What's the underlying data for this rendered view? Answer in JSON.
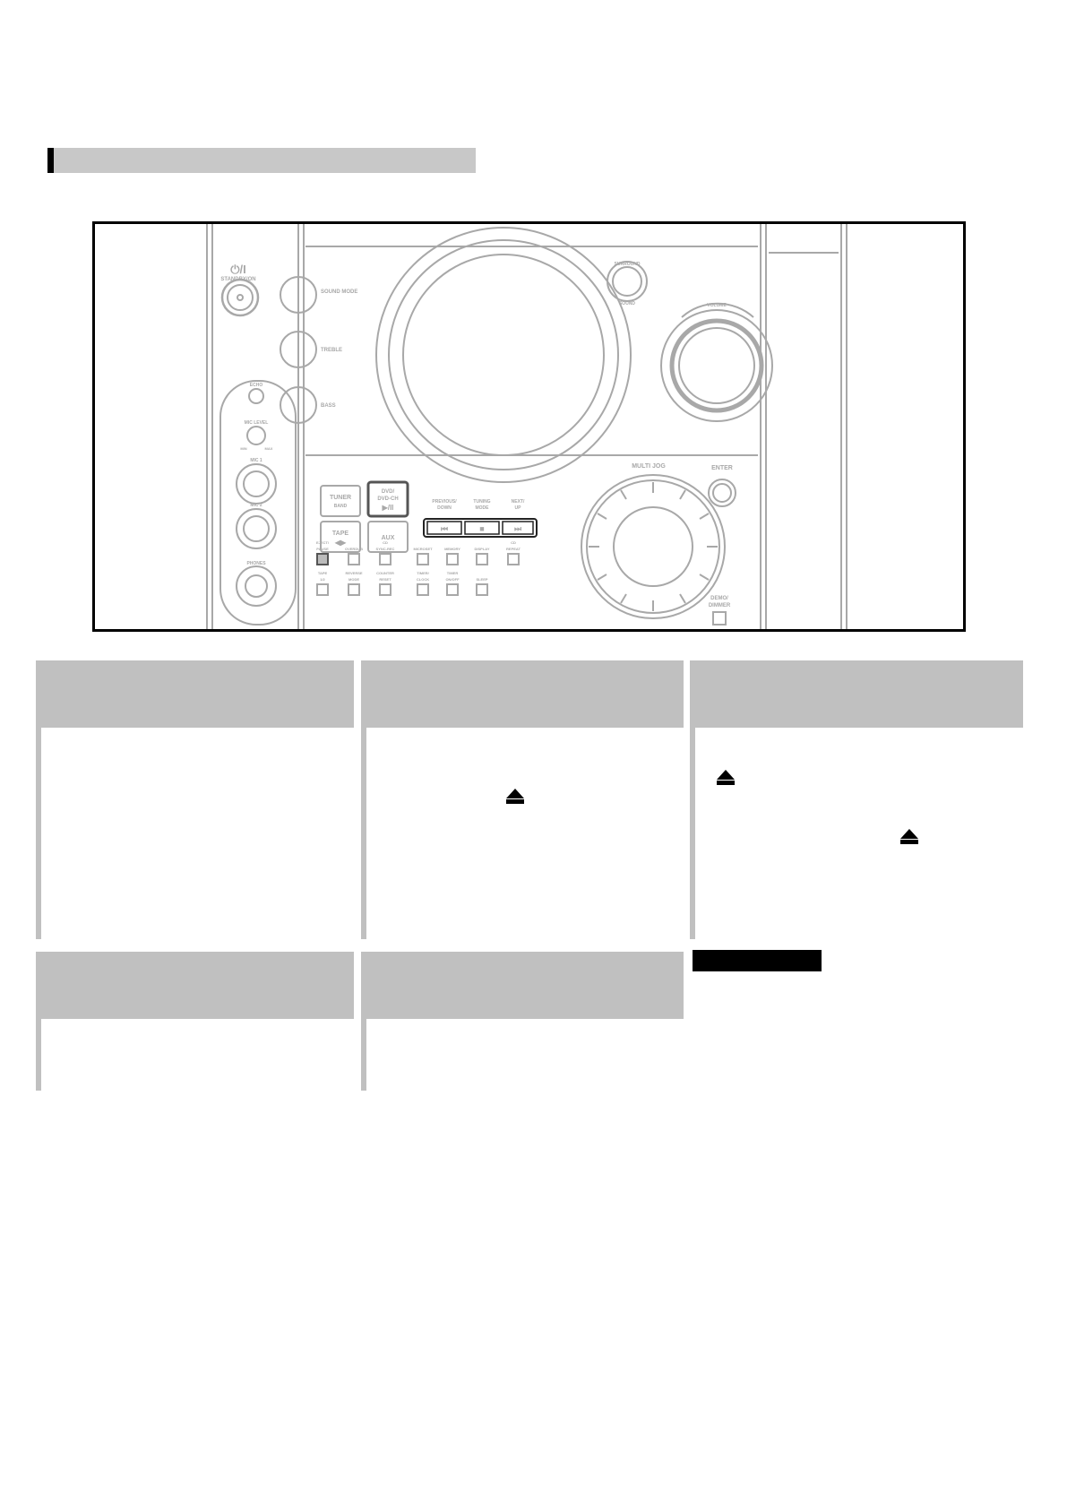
{
  "panel": {
    "power": {
      "symbol": "⏻/I",
      "label": "STANDBY/ON"
    },
    "knobs": [
      "SOUND MODE",
      "TREBLE",
      "BASS"
    ],
    "volume_label": "VOLUME",
    "surround": {
      "top": "SURROUND",
      "bottom": "SOUND"
    },
    "mic": {
      "echo": "ECHO",
      "mic_level": "MIC LEVEL",
      "min": "MIN",
      "max": "MAX",
      "mic1": "MIC 1",
      "mic2": "MIC 2",
      "phones": "PHONES"
    },
    "tuner": {
      "line1": "TUNER",
      "line2": "BAND"
    },
    "dvd": {
      "line1": "DVD/",
      "line2": "DVD-CH",
      "line3": "▶/II"
    },
    "tape": {
      "line1": "TAPE",
      "line2": "◀▶"
    },
    "aux": "AUX",
    "transport": {
      "prev": {
        "line1": "PREVIOUS/",
        "line2": "DOWN",
        "glyph": "⏮"
      },
      "stop": {
        "line1": "TUNING",
        "line2": "MODE",
        "glyph": "■"
      },
      "next": {
        "line1": "NEXT/",
        "line2": "UP",
        "glyph": "⏭"
      }
    },
    "multi_jog": "MULTI JOG",
    "enter": "ENTER",
    "demo": {
      "line1": "DEMO/",
      "line2": "DIMMER"
    },
    "small_buttons_row1": [
      {
        "line1": "EJECT/",
        "line2": "PAUSE"
      },
      {
        "line1": "",
        "line2": "OVERDUB"
      },
      {
        "line1": "CD",
        "line2": "SYNC-REC"
      },
      {
        "line1": "",
        "line2": "MICROSET"
      },
      {
        "line1": "",
        "line2": "MEMORY"
      },
      {
        "line1": "",
        "line2": "DISPLAY"
      },
      {
        "line1": "CD",
        "line2": "REPEAT"
      }
    ],
    "small_buttons_row2": [
      {
        "line1": "TAPE",
        "line2": "1/2"
      },
      {
        "line1": "REVERSE",
        "line2": "MODE"
      },
      {
        "line1": "COUNTER",
        "line2": "RESET"
      },
      {
        "line1": "TIMER/",
        "line2": "CLOCK"
      },
      {
        "line1": "TIMER",
        "line2": "ON/OFF"
      },
      {
        "line1": "",
        "line2": "SLEEP"
      }
    ]
  },
  "icons": {
    "eject": "eject-icon",
    "power": "power-icon"
  },
  "colors": {
    "section_bar": "#c8c8c8",
    "step_header": "#c0c0c0",
    "outline": "#a8a8a8"
  }
}
